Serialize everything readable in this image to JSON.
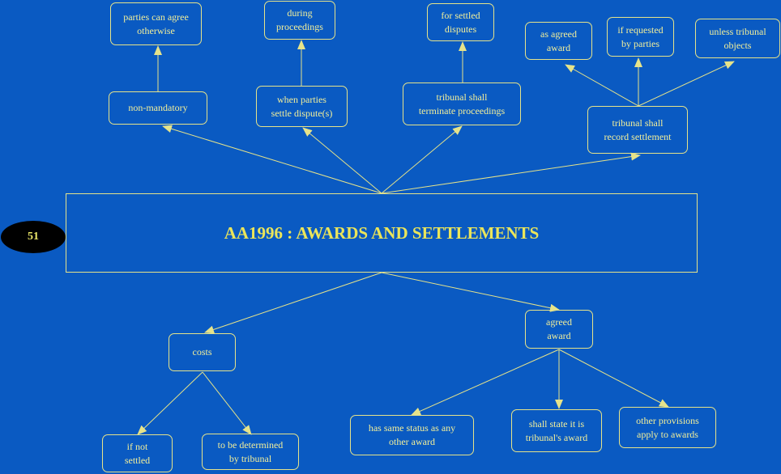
{
  "central_title": "AA1996 : AWARDS AND SETTLEMENTS",
  "badge_number": "51",
  "nodes": {
    "non_mandatory": "non-mandatory",
    "parties_agree": "parties can agree\notherwise",
    "when_parties_settle": "when parties\nsettle dispute(s)",
    "during_proceedings": "during\nproceedings",
    "tribunal_terminate": "tribunal shall\nterminate proceedings",
    "for_settled": "for settled\ndisputes",
    "tribunal_record": "tribunal shall\nrecord settlement",
    "as_agreed": "as agreed\naward",
    "if_requested": "if requested\nby parties",
    "unless_objects": "unless tribunal\nobjects",
    "costs": "costs",
    "if_not_settled": "if not\nsettled",
    "to_be_determined": "to be determined\nby tribunal",
    "agreed_award": "agreed\naward",
    "same_status": "has same status as any\nother award",
    "shall_state": "shall state it is\ntribunal's award",
    "other_provisions": "other provisions\napply to awards"
  },
  "colors": {
    "background": "#0a5ac2",
    "line": "#e6e38a",
    "text": "#f2ef9a",
    "badge": "#000000"
  }
}
